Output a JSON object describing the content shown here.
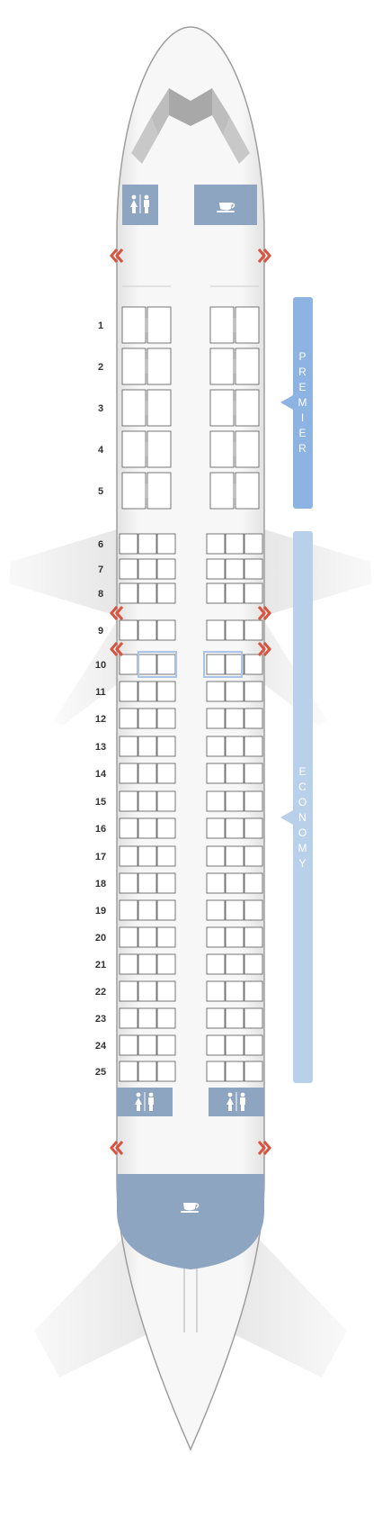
{
  "diagram": {
    "type": "aircraft-seat-map",
    "colors": {
      "fuselage": "#f4f4f4",
      "fuselage_edge": "#9e9e9e",
      "wing": "#ececec",
      "facility": "#8ea5c2",
      "premier_band": "#8db3e2",
      "economy_band": "#b8d0ea",
      "exit_arrow": "#d9533f",
      "seat_stroke": "#555555",
      "exit_row_highlight": "#a9c4e6"
    },
    "icons": {
      "lavatory": "lavatory-icon",
      "galley": "coffee-cup-icon",
      "exit": "exit-chevron-icon"
    },
    "cabins": [
      {
        "name": "premier",
        "label": "PREMIER",
        "rows": [
          "1",
          "2",
          "3",
          "4",
          "5"
        ],
        "seats_per_side": 2
      },
      {
        "name": "economy",
        "label": "ECONOMY",
        "rows": [
          "6",
          "7",
          "8",
          "9",
          "10",
          "11",
          "12",
          "13",
          "14",
          "15",
          "16",
          "17",
          "18",
          "19",
          "20",
          "21",
          "22",
          "23",
          "24",
          "25"
        ],
        "seats_per_side": 3
      }
    ],
    "exit_rows_after": [
      "8",
      "9"
    ]
  }
}
